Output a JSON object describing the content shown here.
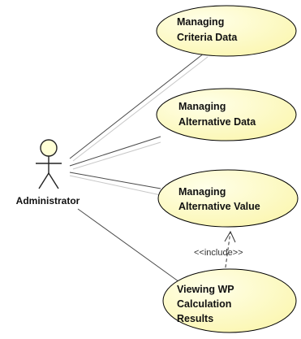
{
  "diagram": {
    "actor": {
      "name": "Administrator"
    },
    "use_cases": [
      {
        "id": "managing-criteria-data",
        "lines": [
          "Managing",
          "Criteria Data"
        ]
      },
      {
        "id": "managing-alternative-data",
        "lines": [
          "Managing",
          "Alternative Data"
        ]
      },
      {
        "id": "managing-alternative-value",
        "lines": [
          "Managing",
          "Alternative Value"
        ]
      },
      {
        "id": "viewing-wp-calculation-results",
        "lines": [
          "Viewing WP",
          "Calculation",
          "Results"
        ]
      }
    ],
    "include_relation": {
      "label": "<<include>>",
      "from": "viewing-wp-calculation-results",
      "to": "managing-alternative-value"
    },
    "colors": {
      "use_case_fill": "#ffffc0",
      "use_case_stroke": "#000000",
      "line": "#4a4a4a",
      "actor_fill": "#ffffd6"
    }
  }
}
